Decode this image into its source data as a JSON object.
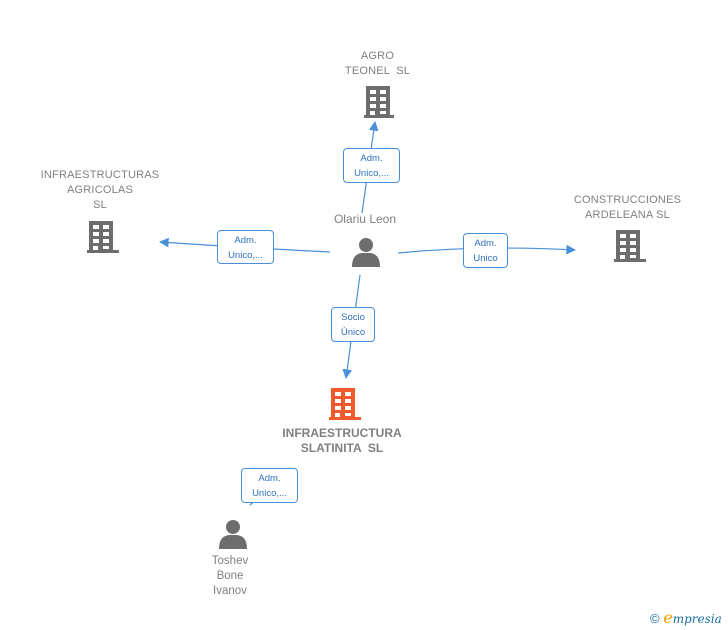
{
  "colors": {
    "edge": "#4a90d9",
    "edge_label_text": "#2f6fbf",
    "node_gray": "#6d6d6d",
    "focus": "#f15a2b",
    "label_gray": "#808080"
  },
  "nodes": {
    "agro_teonel": {
      "type": "company",
      "icon": "building-icon",
      "lines": [
        "AGRO",
        "TEONEL  SL"
      ]
    },
    "infra_agricolas": {
      "type": "company",
      "icon": "building-icon",
      "lines": [
        "INFRAESTRUCTURAS",
        "AGRICOLAS",
        "SL"
      ]
    },
    "construcciones_ardeleana": {
      "type": "company",
      "icon": "building-icon",
      "lines": [
        "CONSTRUCCIONES",
        "ARDELEANA SL"
      ]
    },
    "olariu_leon": {
      "type": "person",
      "icon": "person-icon",
      "lines": [
        "Olariu Leon"
      ]
    },
    "infra_slatinita": {
      "type": "company-focus",
      "icon": "building-icon",
      "lines": [
        "INFRAESTRUCTURA",
        "SLATINITA  SL"
      ]
    },
    "toshev": {
      "type": "person",
      "icon": "person-icon",
      "lines": [
        "Toshev",
        "Bone",
        "Ivanov"
      ]
    }
  },
  "edges": [
    {
      "from": "olariu_leon",
      "to": "agro_teonel",
      "label": [
        "Adm.",
        "Unico,..."
      ]
    },
    {
      "from": "olariu_leon",
      "to": "infra_agricolas",
      "label": [
        "Adm.",
        "Unico,..."
      ]
    },
    {
      "from": "olariu_leon",
      "to": "construcciones_ardeleana",
      "label": [
        "Adm.",
        "Unico"
      ]
    },
    {
      "from": "olariu_leon",
      "to": "infra_slatinita",
      "label": [
        "Socio",
        "Único"
      ]
    },
    {
      "from": "toshev",
      "to": "infra_slatinita",
      "label": [
        "Adm.",
        "Unico,..."
      ]
    }
  ],
  "footer": {
    "copyright_symbol": "©",
    "brand_first": "e",
    "brand_rest": "mpresia"
  }
}
